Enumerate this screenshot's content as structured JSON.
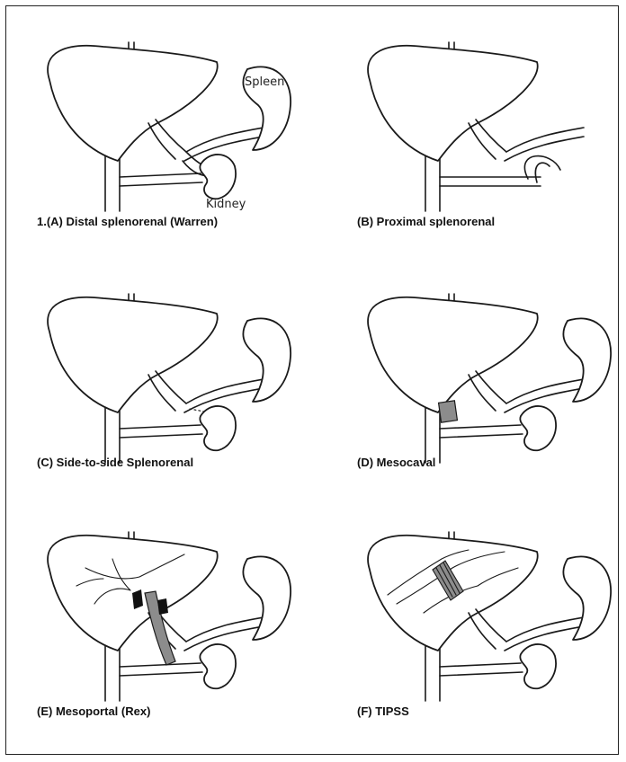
{
  "panels": [
    {
      "caption": "1.(A) Distal splenorenal (Warren)",
      "labels": {
        "spleen": "Spleen",
        "kidney": "Kidney"
      }
    },
    {
      "caption": "(B) Proximal splenorenal"
    },
    {
      "caption": "(C) Side-to-side Splenorenal"
    },
    {
      "caption": "(D) Mesocaval"
    },
    {
      "caption": "(E) Mesoportal (Rex)"
    },
    {
      "caption": "(F) TIPSS"
    }
  ],
  "colors": {
    "graft": "#8c8c8c",
    "clamp": "#111111",
    "line": "#1a1a1a"
  }
}
